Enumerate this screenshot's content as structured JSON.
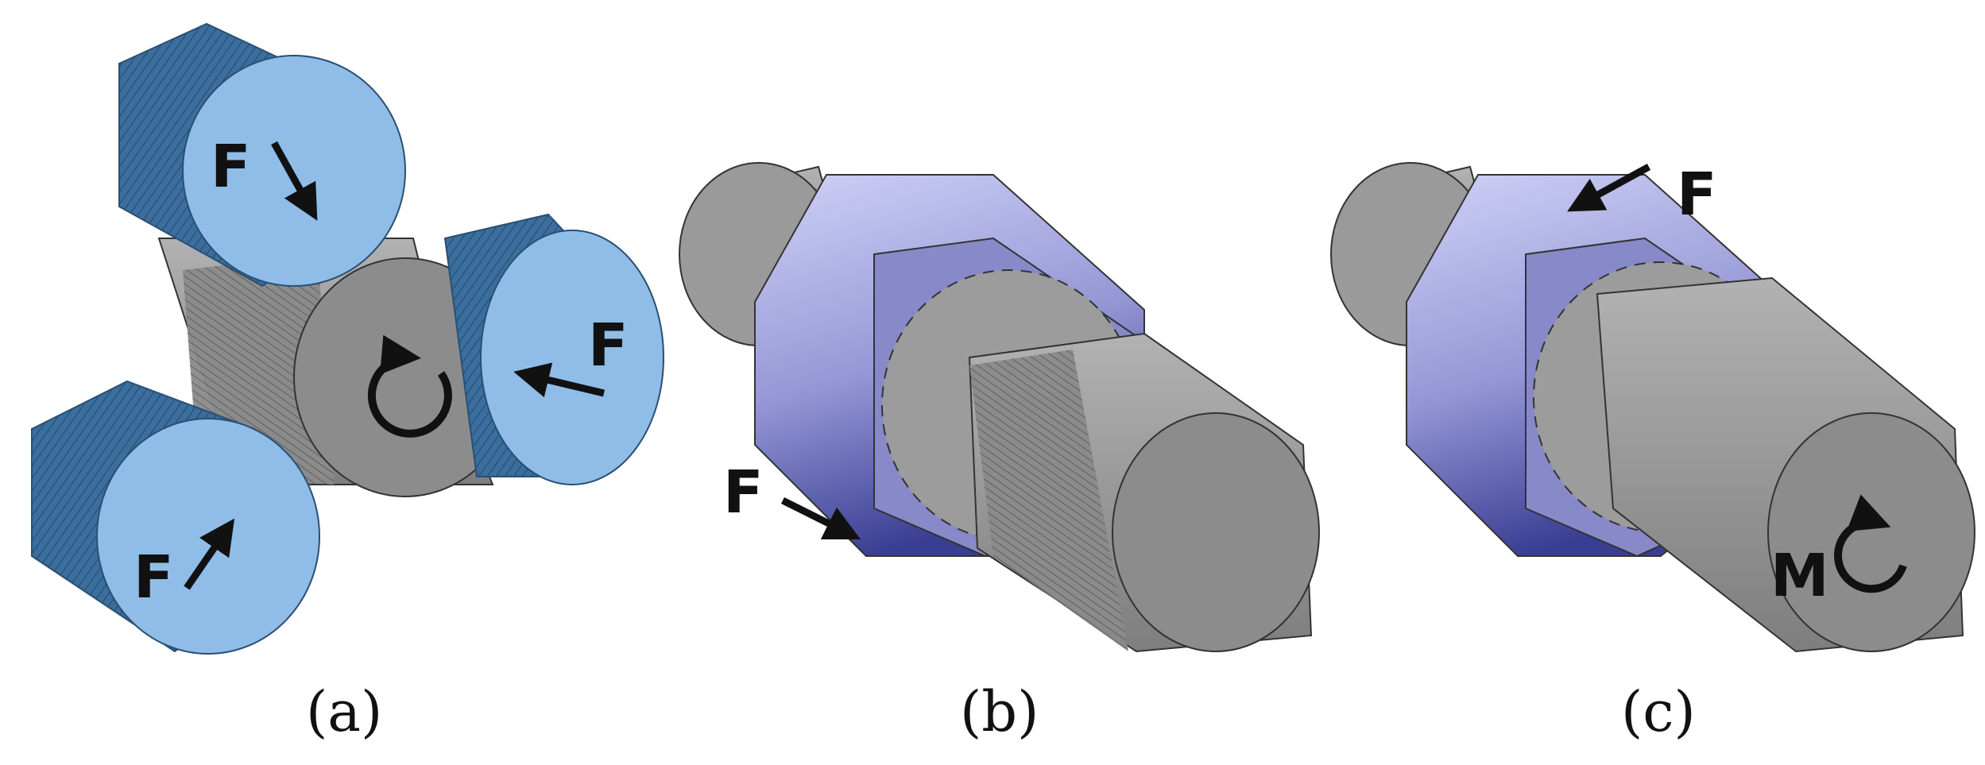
{
  "panels": [
    {
      "caption": "(a)",
      "force_label_top": "F",
      "force_label_right": "F",
      "force_label_bottom": "F"
    },
    {
      "caption": "(b)",
      "force_label": "F"
    },
    {
      "caption": "(c)",
      "force_label": "F",
      "moment_label": "M"
    }
  ],
  "colors": {
    "roller_face": "#8fbde8",
    "roller_side": "#3b6e9c",
    "shaft": "#9a9a9a",
    "shaft_face": "#8c8c8c",
    "die": "#8d8fce",
    "die_light": "#c4c6f2",
    "die_dark": "#3b3f94",
    "arrow": "#111111"
  },
  "icons": [
    "arrow-icon",
    "rotation-icon",
    "moment-icon"
  ]
}
